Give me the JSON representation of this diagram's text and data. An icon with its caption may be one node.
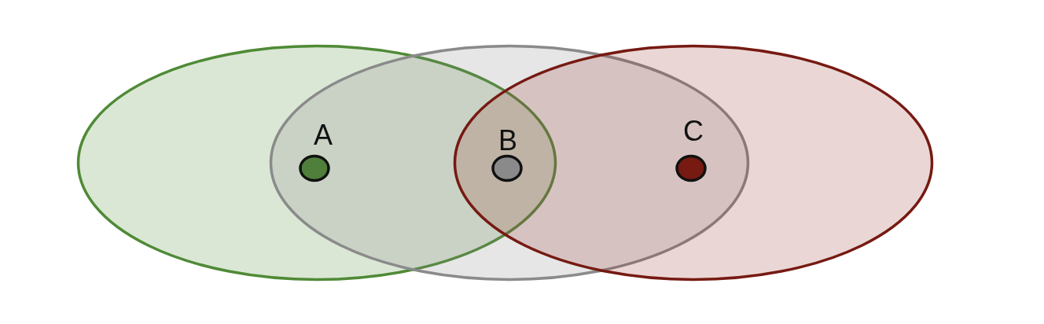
{
  "diagram": {
    "nodes": [
      {
        "text": [],
        "shape": "ellipse"
      },
      {
        "text": [],
        "shape": "ellipse"
      },
      {
        "text": [],
        "shape": "ellipse"
      },
      {
        "text": [
          "A"
        ]
      },
      {
        "text": [
          "B"
        ]
      },
      {
        "text": [
          "C"
        ]
      }
    ]
  }
}
